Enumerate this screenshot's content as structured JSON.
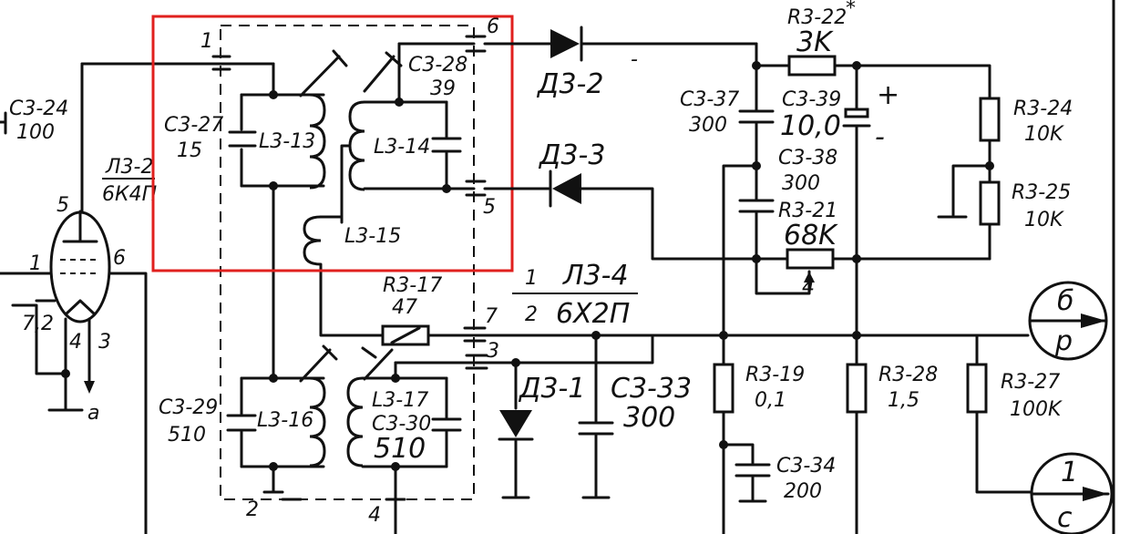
{
  "colors": {
    "ink": "#111111",
    "highlight": "#e0201e",
    "paper": "#ffffff"
  },
  "components": {
    "c324": {
      "ref": "C3-24",
      "value": "100"
    },
    "tube": {
      "ref": "Л3-2",
      "type": "6К4П",
      "pin5": "5",
      "pin1": "1",
      "pin6": "6",
      "pin4": "4",
      "pin3": "3",
      "pin72": "7,2",
      "heater": "a"
    },
    "c327": {
      "ref": "C3-27",
      "value": "15"
    },
    "l313": {
      "ref": "L3-13"
    },
    "l314": {
      "ref": "L3-14"
    },
    "l315": {
      "ref": "L3-15"
    },
    "c328": {
      "ref": "C3-28",
      "value": "39"
    },
    "d32": {
      "ref": "Д3-2"
    },
    "d33": {
      "ref": "Д3-3"
    },
    "d31": {
      "ref": "Д3-1"
    },
    "r322": {
      "ref": "R3-22",
      "mark": "*",
      "value": "3K"
    },
    "c337": {
      "ref": "C3-37",
      "value": "300"
    },
    "c339": {
      "ref": "C3-39",
      "value": "10,0"
    },
    "c338": {
      "ref": "C3-38",
      "value": "300"
    },
    "r321": {
      "ref": "R3-21",
      "value": "68K"
    },
    "r324": {
      "ref": "R3-24",
      "value": "10K"
    },
    "r325": {
      "ref": "R3-25",
      "value": "10K"
    },
    "r317": {
      "ref": "R3-17",
      "value": "47"
    },
    "tube4": {
      "num_top": "1",
      "num_bottom": "2",
      "ref": "Л3-4",
      "type": "6Х2П"
    },
    "c329": {
      "ref": "C3-29",
      "value": "510"
    },
    "l316": {
      "ref": "L3-16"
    },
    "l317": {
      "ref": "L3-17"
    },
    "c330": {
      "ref": "C3-30",
      "value": "510"
    },
    "c333": {
      "ref": "C3-33",
      "value": "300"
    },
    "r319": {
      "ref": "R3-19",
      "value": "0,1"
    },
    "c334": {
      "ref": "C3-34",
      "value": "200"
    },
    "r328": {
      "ref": "R3-28",
      "value": "1,5"
    },
    "r327": {
      "ref": "R3-27",
      "value": "100K"
    }
  },
  "terminals": {
    "t1": "1",
    "t2": "2",
    "t3": "3",
    "t4": "4",
    "t5": "5",
    "t6": "6",
    "t7": "7",
    "plus": "+",
    "minus": "-",
    "minus2": "-",
    "tap4": "4"
  },
  "connectors": {
    "upper": {
      "top": "б",
      "bottom": "р"
    },
    "lower": {
      "top": "1",
      "bottom": "с"
    }
  }
}
